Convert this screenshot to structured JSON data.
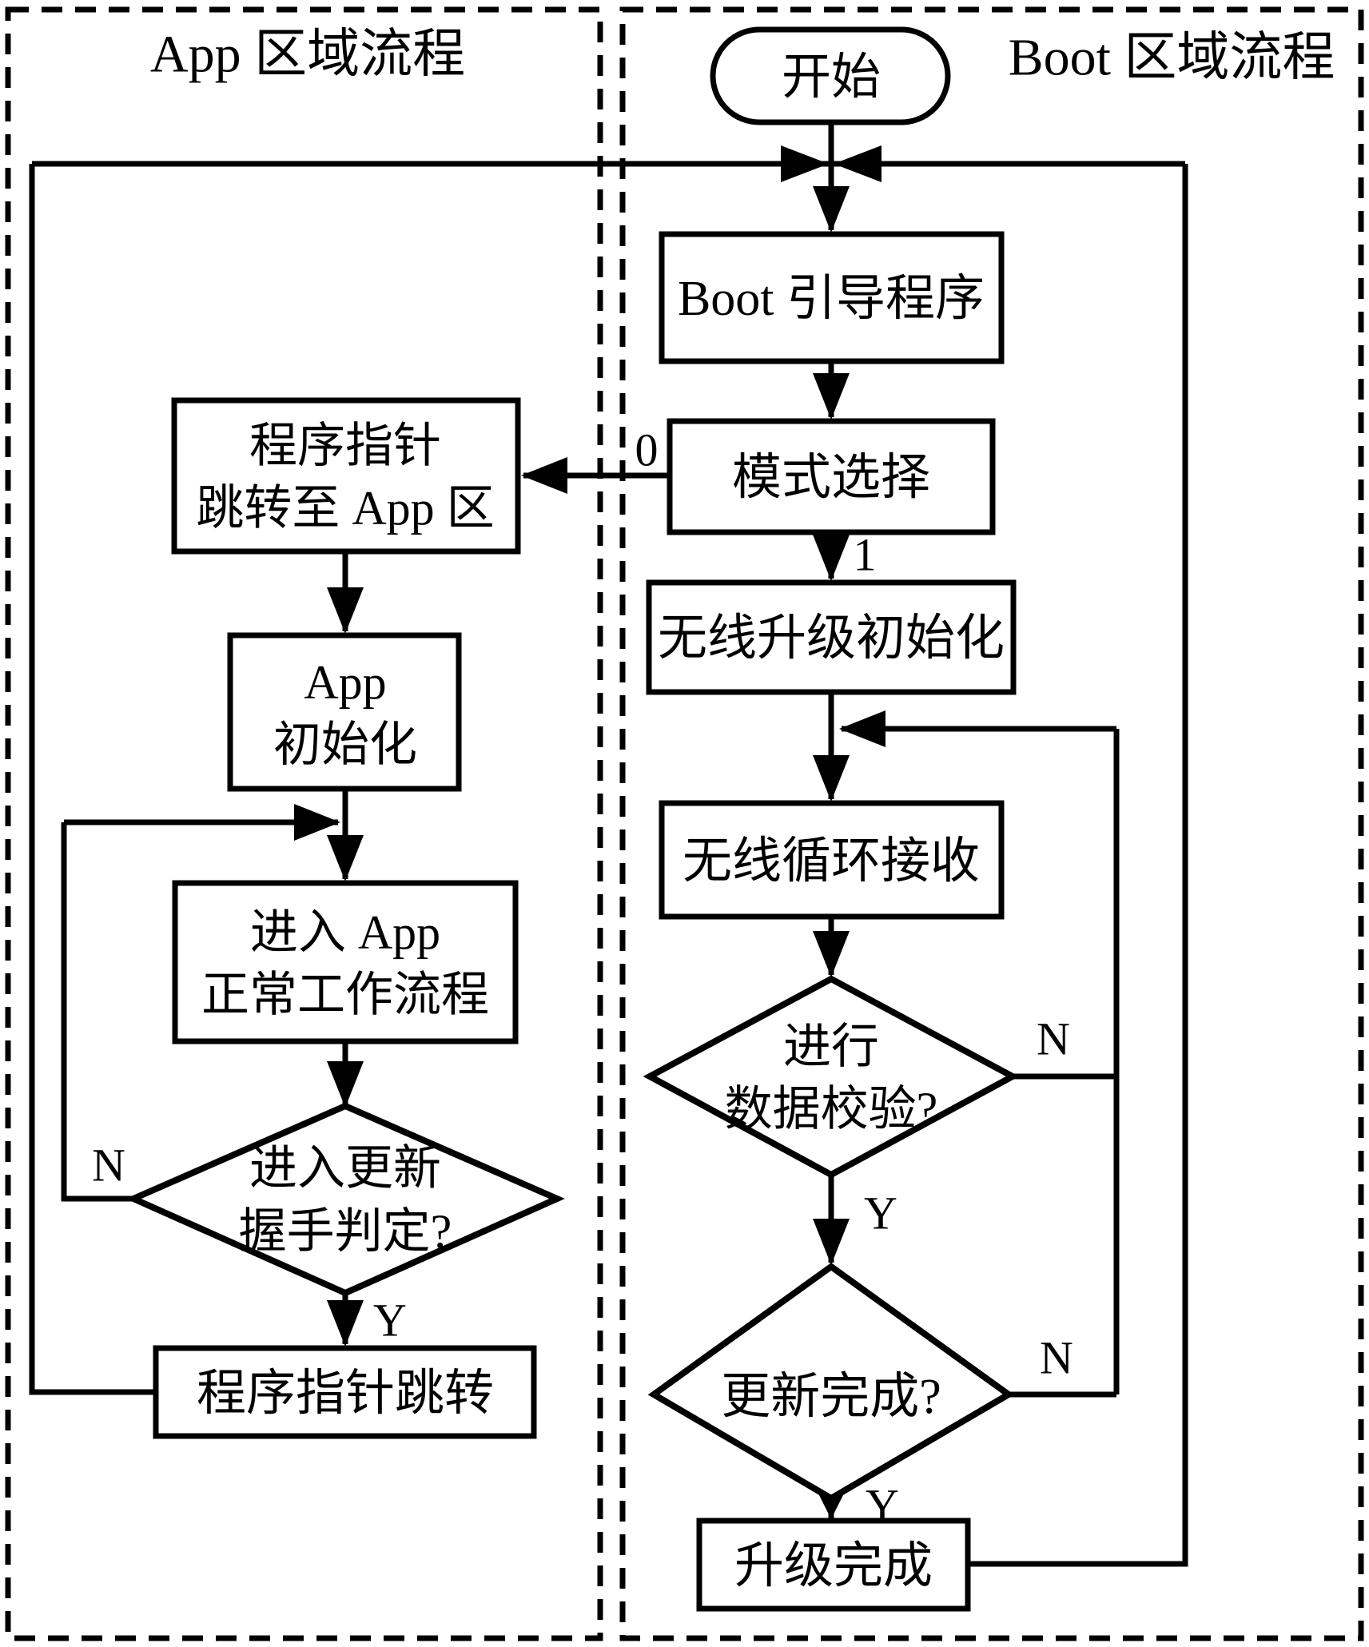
{
  "colors": {
    "ink": "#000000",
    "background": "#ffffff"
  },
  "diagram": {
    "regions": {
      "app": {
        "title": "App 区域流程"
      },
      "boot": {
        "title": "Boot 区域流程"
      }
    },
    "nodes": {
      "start": {
        "label": "开始"
      },
      "boot_loader": {
        "label": "Boot 引导程序"
      },
      "mode_select": {
        "label": "模式选择"
      },
      "wireless_upgrade_init": {
        "label": "无线升级初始化"
      },
      "wireless_loop_receive": {
        "label": "无线循环接收"
      },
      "data_check": {
        "line1": "进行",
        "line2": "数据校验?"
      },
      "update_complete": {
        "label": "更新完成?"
      },
      "upgrade_complete": {
        "label": "升级完成"
      },
      "pointer_jump_to_app": {
        "line1": "程序指针",
        "line2": "跳转至 App 区"
      },
      "app_init": {
        "line1": "App",
        "line2": "初始化"
      },
      "enter_app_normal": {
        "line1": "进入 App",
        "line2": "正常工作流程"
      },
      "update_handshake": {
        "line1": "进入更新",
        "line2": "握手判定?"
      },
      "pointer_jump": {
        "label": "程序指针跳转"
      }
    },
    "edge_labels": {
      "mode_zero": "0",
      "mode_one": "1",
      "data_check_no": "N",
      "data_check_yes": "Y",
      "update_no": "N",
      "update_yes": "Y",
      "handshake_no": "N",
      "handshake_yes": "Y"
    }
  }
}
